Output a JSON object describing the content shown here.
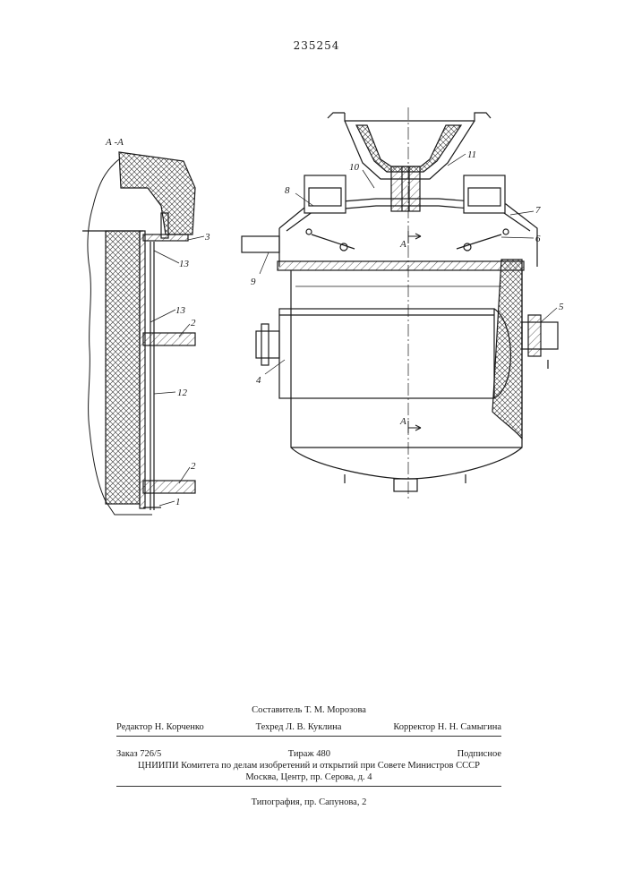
{
  "document": {
    "patent_number": "235254"
  },
  "figure": {
    "section_label": "А -А",
    "labels": {
      "l1": "1",
      "l2": "2",
      "l3": "3",
      "l4": "4",
      "l5": "5",
      "l6": "6",
      "l7": "7",
      "l8": "8",
      "l9": "9",
      "l10": "10",
      "l11": "11",
      "l12": "12",
      "l13": "13",
      "cut_a": "А"
    }
  },
  "imprint": {
    "compiler": "Составитель Т. М. Морозова",
    "editor": "Редактор Н. Корченко",
    "tech_editor": "Техред Л. В. Куклина",
    "proofreader": "Корректор Н. Н. Самыгина",
    "order": "Заказ 726/5",
    "circulation": "Тираж 480",
    "subscription": "Подписное",
    "institute": "ЦНИИПИ Комитета по делам изобретений и открытий при Совете Министров СССР",
    "address": "Москва, Центр, пр. Серова, д. 4",
    "printing_house": "Типография, пр. Сапунова, 2"
  }
}
